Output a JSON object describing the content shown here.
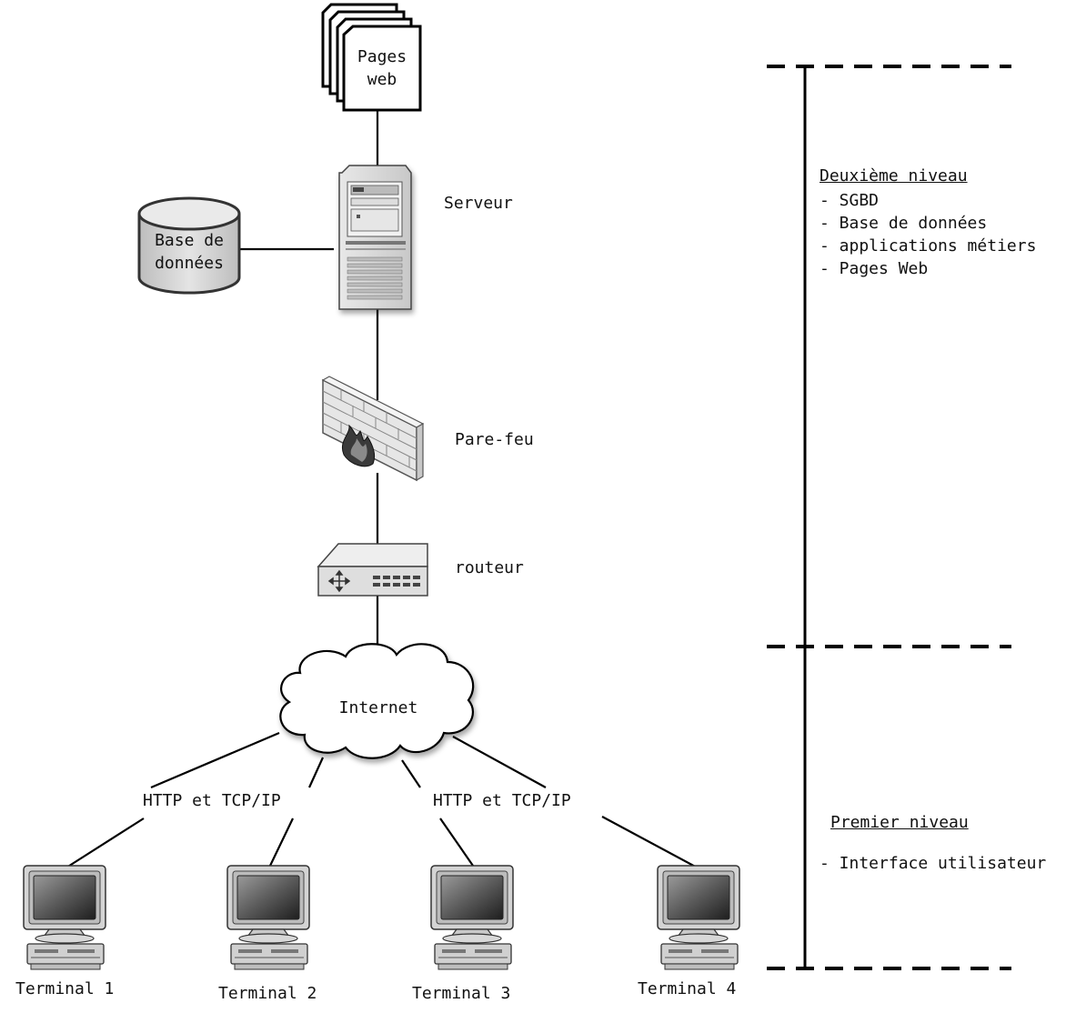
{
  "nodes": {
    "pages_web": {
      "line1": "Pages",
      "line2": "web"
    },
    "database": {
      "line1": "Base de",
      "line2": "données"
    },
    "server": "Serveur",
    "firewall": "Pare-feu",
    "router": "routeur",
    "internet": "Internet"
  },
  "protocol_labels": [
    "HTTP et TCP/IP",
    "HTTP et TCP/IP"
  ],
  "terminals": [
    "Terminal 1",
    "Terminal 2",
    "Terminal 3",
    "Terminal 4"
  ],
  "tiers": {
    "second": {
      "title": "Deuxième niveau",
      "items": [
        "- SGBD",
        "- Base de données",
        "- applications métiers",
        "- Pages Web"
      ]
    },
    "first": {
      "title": "Premier niveau",
      "items": [
        "- Interface utilisateur"
      ]
    }
  }
}
